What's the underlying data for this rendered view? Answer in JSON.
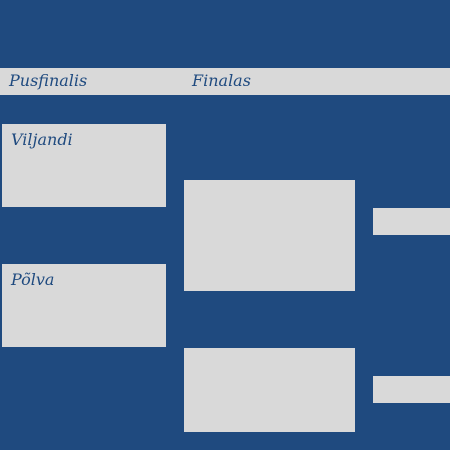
{
  "rounds": {
    "semifinal_title": "Pusfinalis",
    "final_title": "Finalas"
  },
  "semifinals": [
    {
      "team": "Viljandi"
    },
    {
      "team": "Põlva"
    }
  ],
  "colors": {
    "background": "#1f4a7f",
    "panel": "#d9d9d9",
    "text": "#1f4a7f"
  }
}
